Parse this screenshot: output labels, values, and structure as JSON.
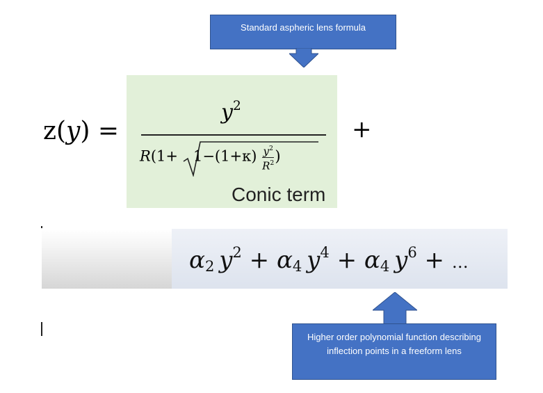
{
  "callouts": {
    "top": "Standard aspheric lens formula",
    "bottom": "Higher order polynomial function describing inflection points in a freeform lens"
  },
  "formula": {
    "lhs_z": "z(",
    "lhs_y": "y",
    "lhs_close": ") =",
    "num_y": "y",
    "num_exp": "2",
    "den_R": "R",
    "den_open": "(1+",
    "den_inner": "1−(1+κ)",
    "den_small_y": "y",
    "den_small_y_exp": "2",
    "den_small_R": "R",
    "den_small_R_exp": "2",
    "den_close": ")",
    "plus": "+",
    "conic_label": "Conic term"
  },
  "polynomial": {
    "t1_coef": "α",
    "t1_sub": "2",
    "t1_var": "y",
    "t1_exp": "2",
    "op1": "+",
    "t2_coef": "α",
    "t2_sub": "4",
    "t2_var": "y",
    "t2_exp": "4",
    "op2": "+",
    "t3_coef": "α",
    "t3_sub": "4",
    "t3_var": "y",
    "t3_exp": "6",
    "op3": "+",
    "ellipsis": "…"
  },
  "colors": {
    "callout_fill": "#4472c4",
    "conic_box": "#e2f0d9",
    "poly_box": "#dde3ee"
  }
}
